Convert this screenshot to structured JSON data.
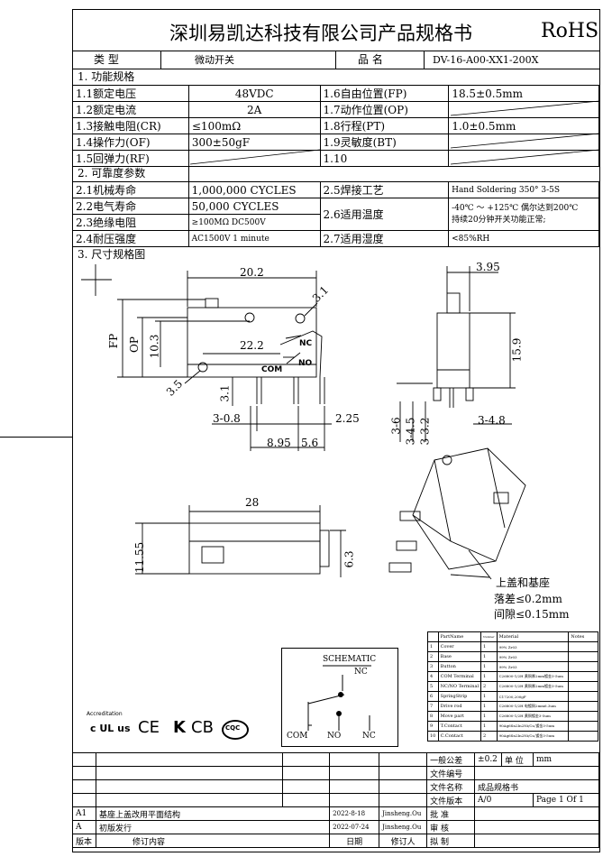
{
  "header": {
    "title": "深圳易凯达科技有限公司产品规格书",
    "rohs": "RoHS"
  },
  "type_row": {
    "type_label": "类    型",
    "type_value": "微动开关",
    "name_label": "品    名",
    "name_value": "DV-16-A00-XX1-200X"
  },
  "section1": "1. 功能规格",
  "spec_rows": [
    {
      "l1": "1.1额定电压",
      "v1": "48VDC",
      "l2": "1.6自由位置(FP)",
      "v2": "18.5±0.5mm"
    },
    {
      "l1": "1.2额定电流",
      "v1": "2A",
      "l2": "1.7动作位置(OP)",
      "v2": ""
    },
    {
      "l1": "1.3接触电阻(CR)",
      "v1": "≤100mΩ",
      "l2": "1.8行程(PT)",
      "v2": "1.0±0.5mm"
    },
    {
      "l1": "1.4操作力(OF)",
      "v1": "300±50gF",
      "l2": "1.9灵敏度(BT)",
      "v2": ""
    },
    {
      "l1": "1.5回弹力(RF)",
      "v1": "",
      "l2": "1.10",
      "v2": ""
    }
  ],
  "section2": "2. 可靠度参数",
  "rel_rows": [
    {
      "l1": "2.1机械寿命",
      "v1": "1,000,000 CYCLES",
      "l2": "2.5焊接工艺",
      "v2": "Hand Soldering 350°  3-5S"
    },
    {
      "l1": "2.2电气寿命",
      "v1": "50,000  CYCLES",
      "l2": "2.6适用温度",
      "v2a": "-40℃ ～ +125℃  偶尔达到200℃",
      "v2b": "持续20分钟开关功能正常;"
    },
    {
      "l1": "2.3绝缘电阻",
      "v1": "≥100MΩ  DC500V"
    },
    {
      "l1": "2.4耐压强度",
      "v1": "AC1500V 1 minute",
      "l2": "2.7适用湿度",
      "v2": "<85%RH"
    }
  ],
  "section3": "3. 尺寸规格图",
  "dims": {
    "w202": "20.2",
    "d31": "3.1",
    "fp": "FP",
    "op": "OP",
    "d103": "10.3",
    "d222": "22.2",
    "d35": "3.5",
    "d31b": "3.1",
    "d308": "3-0.8",
    "d225": "2.25",
    "d895": "8.95",
    "d56": "5.6",
    "nc": "NC",
    "no": "NO",
    "com": "COM",
    "d395": "3.95",
    "d159": "15.9",
    "d36": "3-6",
    "d345": "3-4.5",
    "d332": "3-3.2",
    "d348": "3-4.8",
    "d28": "28",
    "d1155": "11.55",
    "d63": "6.3"
  },
  "notes": {
    "cover_base": "上盖和基座",
    "drop": "落差≤0.2mm",
    "gap": "间隙≤0.15mm"
  },
  "schematic": {
    "title": "SCHEMATIC",
    "nc": "NC",
    "com": "COM",
    "no": "NO",
    "nc2": "NC"
  },
  "cert": {
    "accreditation": "Accreditation",
    "ul": "c UL us",
    "ce": "CE",
    "k": "K",
    "cb": "CB",
    "cqc": "CQC"
  },
  "parts": {
    "headers": [
      "",
      "PartName",
      "Number",
      "Material",
      "Notes"
    ],
    "rows": [
      [
        "1",
        "Cover",
        "1",
        "99% Zr03",
        ""
      ],
      [
        "2",
        "Base",
        "1",
        "99% Zr03",
        ""
      ],
      [
        "3",
        "Button",
        "1",
        "99% Zr03",
        ""
      ],
      [
        "4",
        "COM Terminal",
        "1",
        "C26800-1/2H 黄铜厚2mm镀金3-5um",
        ""
      ],
      [
        "5",
        "NC/NO Terminal",
        "2",
        "C26800-1/2H 黄铜厚2mm镀金3-5um",
        ""
      ],
      [
        "6",
        "SpringStrip",
        "1",
        "C17200,200gF",
        ""
      ],
      [
        "7",
        "Drive rod",
        "1",
        "C26800-1/2H 电镀铜2mm6.3um",
        ""
      ],
      [
        "8",
        "Move part",
        "1",
        "C26800-1/2H 黄铜镀金3-5um",
        ""
      ],
      [
        "9",
        "T.Contact",
        "1",
        "90Ag6Sn2In2Ni/Cu,镀金3-5um",
        ""
      ],
      [
        "10",
        "C.Contact",
        "2",
        "90Ag6Sn2In2Ni/Cu,镀金3-5um",
        ""
      ]
    ]
  },
  "footer": {
    "tol_label": "一般公差",
    "tol_value": "±0.2",
    "unit_label": "单  位",
    "unit_value": "mm",
    "file_no": "文件编号",
    "file_name": "文件名称",
    "file_name_value": "成品规格书",
    "file_ver": "文件版本",
    "file_ver_value": "A/0",
    "page": "Page 1 Of 1",
    "approve": "批    准",
    "review": "审    核",
    "draft": "拟    制",
    "rev_a1": "A1",
    "rev_a1_content": "基座上盖改用平面结构",
    "rev_a1_date": "2022-8-18",
    "rev_a1_by": "Jinsheng.Ou",
    "rev_a": "A",
    "rev_a_content": "初版发行",
    "rev_a_date": "2022-07-24",
    "rev_a_by": "Jinsheng.Ou",
    "col_ver": "版本",
    "col_content": "修订内容",
    "col_date": "日期",
    "col_reviser": "修订人"
  }
}
